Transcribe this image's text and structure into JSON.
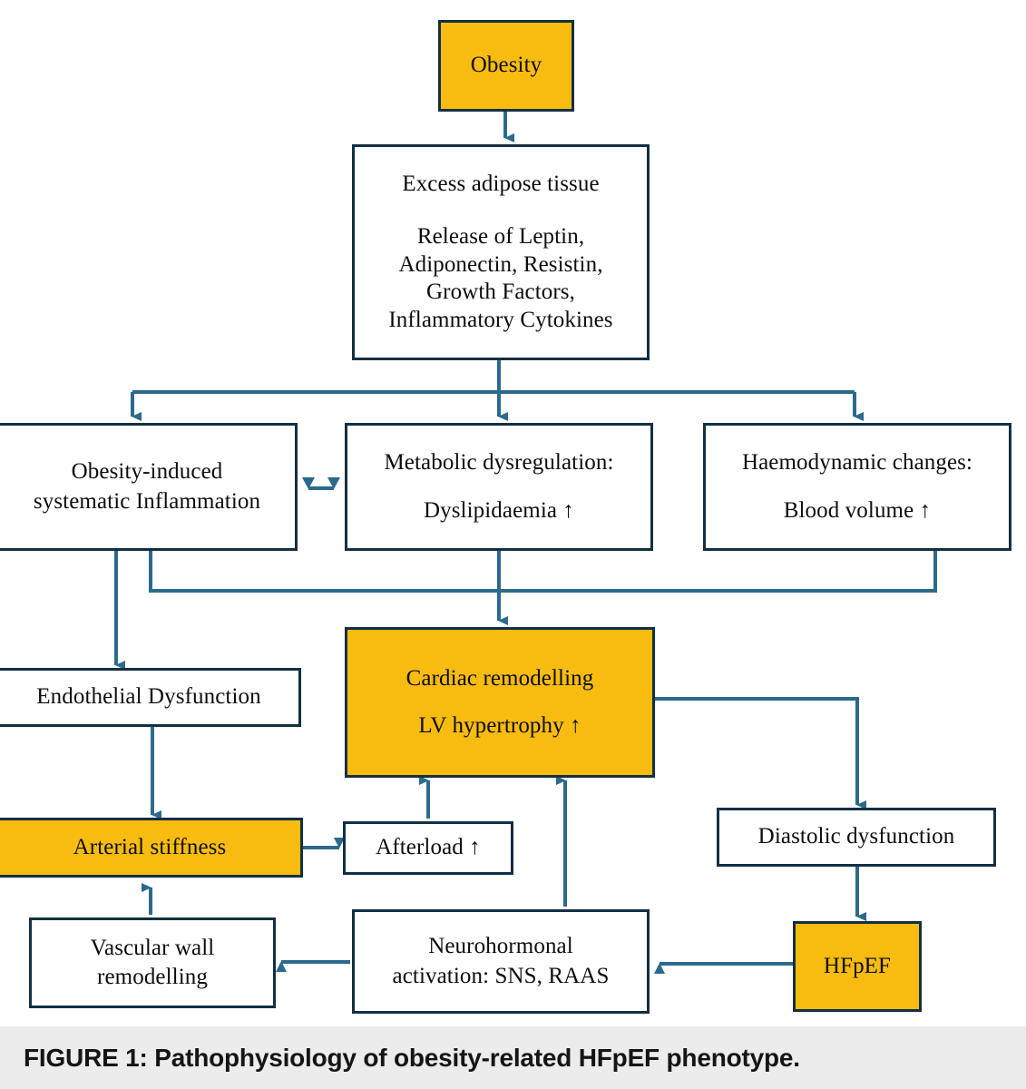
{
  "figure": {
    "caption": "FIGURE 1: Pathophysiology of obesity-related HFpEF phenotype.",
    "colors": {
      "highlight_fill": "#F8BC10",
      "box_border": "#132F43",
      "connector": "#2B6A8C",
      "caption_band": "#ECECEC",
      "background": "#FFFFFF"
    }
  },
  "nodes": {
    "obesity": {
      "label": "Obesity",
      "highlighted": true
    },
    "excess_adipose": {
      "line1": "Excess adipose tissue",
      "line2": "Release of Leptin,",
      "line3": "Adiponectin,  Resistin,",
      "line4": "Growth Factors,",
      "line5": "Inflammatory Cytokines",
      "highlighted": false
    },
    "inflammation": {
      "line1": "Obesity-induced",
      "line2": "systematic Inflammation",
      "highlighted": false
    },
    "metabolic": {
      "line1": "Metabolic dysregulation:",
      "line2": "Dyslipidaemia ↑",
      "highlighted": false
    },
    "haemodynamic": {
      "line1": "Haemodynamic changes:",
      "line2": "Blood volume ↑",
      "highlighted": false
    },
    "endothelial": {
      "label": "Endothelial Dysfunction",
      "highlighted": false
    },
    "cardiac_remodelling": {
      "line1": "Cardiac remodelling",
      "line2": "LV hypertrophy ↑",
      "highlighted": true
    },
    "diastolic": {
      "label": "Diastolic dysfunction",
      "highlighted": false
    },
    "arterial_stiffness": {
      "label": "Arterial stiffness",
      "highlighted": true
    },
    "afterload": {
      "label": "Afterload ↑",
      "highlighted": false
    },
    "vascular_wall": {
      "line1": "Vascular wall",
      "line2": "remodelling",
      "highlighted": false
    },
    "neurohormonal": {
      "line1": "Neurohormonal",
      "line2": "activation:  SNS, RAAS",
      "highlighted": false
    },
    "hfpef": {
      "label": "HFpEF",
      "highlighted": true
    }
  },
  "edges": [
    {
      "from": "obesity",
      "to": "excess_adipose",
      "kind": "arrow-down"
    },
    {
      "from": "excess_adipose",
      "to": "inflammation",
      "kind": "branch-down-left"
    },
    {
      "from": "excess_adipose",
      "to": "metabolic",
      "kind": "arrow-down"
    },
    {
      "from": "excess_adipose",
      "to": "haemodynamic",
      "kind": "branch-down-right"
    },
    {
      "from": "inflammation",
      "to": "metabolic",
      "kind": "double-headed"
    },
    {
      "from": "inflammation",
      "to": "endothelial",
      "kind": "arrow-down"
    },
    {
      "from": "inflammation",
      "to": "cardiac_remodelling",
      "kind": "elbow-down-right"
    },
    {
      "from": "metabolic",
      "to": "cardiac_remodelling",
      "kind": "arrow-down"
    },
    {
      "from": "haemodynamic",
      "to": "cardiac_remodelling",
      "kind": "elbow-down-left"
    },
    {
      "from": "endothelial",
      "to": "arterial_stiffness",
      "kind": "arrow-down"
    },
    {
      "from": "arterial_stiffness",
      "to": "afterload",
      "kind": "arrow-right"
    },
    {
      "from": "afterload",
      "to": "cardiac_remodelling",
      "kind": "arrow-up"
    },
    {
      "from": "cardiac_remodelling",
      "to": "diastolic",
      "kind": "elbow-right-down"
    },
    {
      "from": "diastolic",
      "to": "hfpef",
      "kind": "arrow-down"
    },
    {
      "from": "hfpef",
      "to": "neurohormonal",
      "kind": "arrow-left"
    },
    {
      "from": "neurohormonal",
      "to": "vascular_wall",
      "kind": "arrow-left"
    },
    {
      "from": "neurohormonal",
      "to": "cardiac_remodelling",
      "kind": "arrow-up"
    },
    {
      "from": "vascular_wall",
      "to": "arterial_stiffness",
      "kind": "arrow-up"
    }
  ],
  "chart_data": {
    "type": "diagram",
    "title": "Pathophysiology of obesity-related HFpEF phenotype",
    "node_count": 13,
    "edge_count": 18,
    "highlighted_nodes": [
      "Obesity",
      "Cardiac remodelling",
      "Arterial stiffness",
      "HFpEF"
    ]
  }
}
